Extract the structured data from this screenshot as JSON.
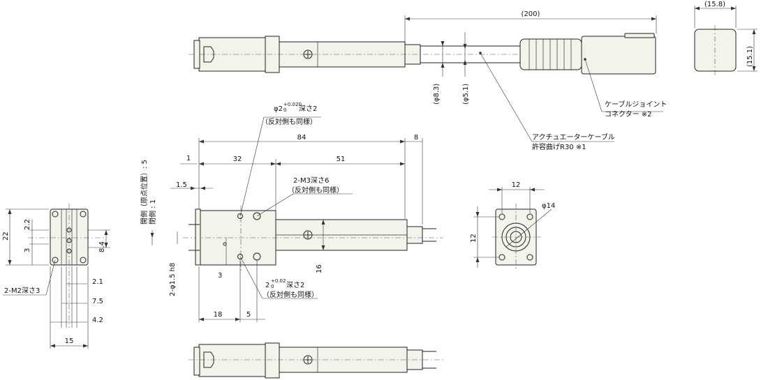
{
  "top_view": {
    "dim_cable_length": "(200)",
    "dim_cable_dia_large": "(φ8.3)",
    "dim_cable_dia_small": "(φ5.1)"
  },
  "connector_end": {
    "dim_width": "(15.8)",
    "dim_height": "(15.1)"
  },
  "callouts": {
    "connector_line1": "ケーブルジョイント",
    "connector_line2": "コネクター ※2",
    "cable_line1": "アクチュエーターケーブル",
    "cable_line2": "許容曲げR30 ※1",
    "pin_hole_top_line1": "φ2",
    "pin_hole_top_tol_upper": "+0.020",
    "pin_hole_top_tol_lower": "0",
    "pin_hole_top_depth": "深さ2",
    "pin_hole_top_line2": "（反対側も同様）",
    "tap_line1": "2-M3深さ6",
    "tap_line2": "（反対側も同様）",
    "pin_hole_bottom_value": "2",
    "pin_hole_bottom_tol_upper": "+0.02",
    "pin_hole_bottom_tol_lower": "0",
    "pin_hole_bottom_depth": "深さ2",
    "pin_hole_bottom_line2": "（反対側も同様）",
    "left_tap": "2-M2深さ3"
  },
  "side_view": {
    "dim_1": "1",
    "dim_32": "32",
    "dim_84": "84",
    "dim_51": "51",
    "dim_8": "8",
    "dim_1_5": "1.5",
    "dim_phi_1_5": "2-φ1.5 h8",
    "dim_16": "16",
    "dim_3": "3",
    "dim_18": "18",
    "dim_5": "5",
    "stroke_label_line1": "開側（原点位置）: 5",
    "stroke_label_line2": "閉側 : 1"
  },
  "left_view": {
    "dim_22": "22",
    "dim_2_2": "2.2",
    "dim_3": "3",
    "dim_8_4": "8.4",
    "dim_2_1": "2.1",
    "dim_7_5": "7.5",
    "dim_4_2": "4.2",
    "dim_15": "15"
  },
  "right_view": {
    "dim_12_width": "12",
    "dim_12_height": "12",
    "dim_phi_14": "φ14"
  }
}
